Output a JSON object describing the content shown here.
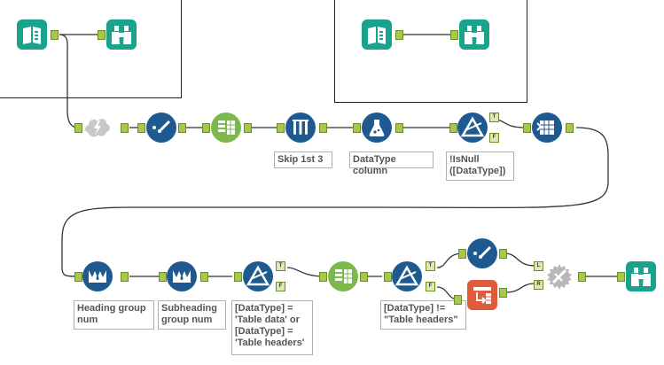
{
  "colors": {
    "io_teal": "#1aa38c",
    "prep_blue": "#1e5a8f",
    "join_orange": "#e05a3c",
    "parse_purple": "#8a5ca8",
    "formula_green": "#7bb94a",
    "connection": "#333333"
  },
  "tools": {
    "input_1": {
      "icon": "book-icon",
      "category": "In/Out"
    },
    "browse_1": {
      "icon": "binoculars-icon",
      "category": "In/Out"
    },
    "input_2": {
      "icon": "book-icon",
      "category": "In/Out"
    },
    "browse_2": {
      "icon": "binoculars-icon",
      "category": "In/Out"
    },
    "dynamic_input": {
      "icon": "cloud-bolt-icon",
      "category": "Developer"
    },
    "sample_1": {
      "icon": "checkmark-path-icon",
      "category": "Preparation"
    },
    "text_to_columns": {
      "icon": "table-columns-icon",
      "category": "Parse"
    },
    "skip_first": {
      "icon": "test-tubes-icon",
      "category": "Preparation"
    },
    "formula_datatype": {
      "icon": "flask-icon",
      "category": "Preparation"
    },
    "filter_isnull": {
      "icon": "filter-triangle-icon",
      "category": "Preparation"
    },
    "select_columns": {
      "icon": "select-grid-icon",
      "category": "Preparation"
    },
    "multirow_heading": {
      "icon": "crown-drop-icon",
      "category": "Preparation"
    },
    "multirow_subheading": {
      "icon": "crown-drop-icon",
      "category": "Preparation"
    },
    "filter_table_data": {
      "icon": "filter-triangle-icon",
      "category": "Preparation"
    },
    "text_to_columns_2": {
      "icon": "table-columns-icon",
      "category": "Parse"
    },
    "filter_not_headers": {
      "icon": "filter-triangle-icon",
      "category": "Preparation"
    },
    "sample_2": {
      "icon": "checkmark-path-icon",
      "category": "Preparation"
    },
    "crosstab": {
      "icon": "table-arrow-icon",
      "category": "Transform"
    },
    "join": {
      "icon": "gear-join-icon",
      "category": "Join"
    },
    "browse_final": {
      "icon": "binoculars-icon",
      "category": "In/Out"
    }
  },
  "anchor_labels": {
    "true": "T",
    "false": "F",
    "left": "L",
    "right": "R"
  },
  "annotations": {
    "skip_first": "Skip 1st 3",
    "formula_datatype": "DataType column",
    "filter_isnull": "!IsNull\n([DataType])",
    "multirow_heading": "Heading group\nnum",
    "multirow_subheading": "Subheading\ngroup num",
    "filter_table_data": "[DataType] =\n'Table data' or\n[DataType] =\n'Table headers'",
    "filter_not_headers": "[DataType] !=\n\"Table headers\""
  }
}
